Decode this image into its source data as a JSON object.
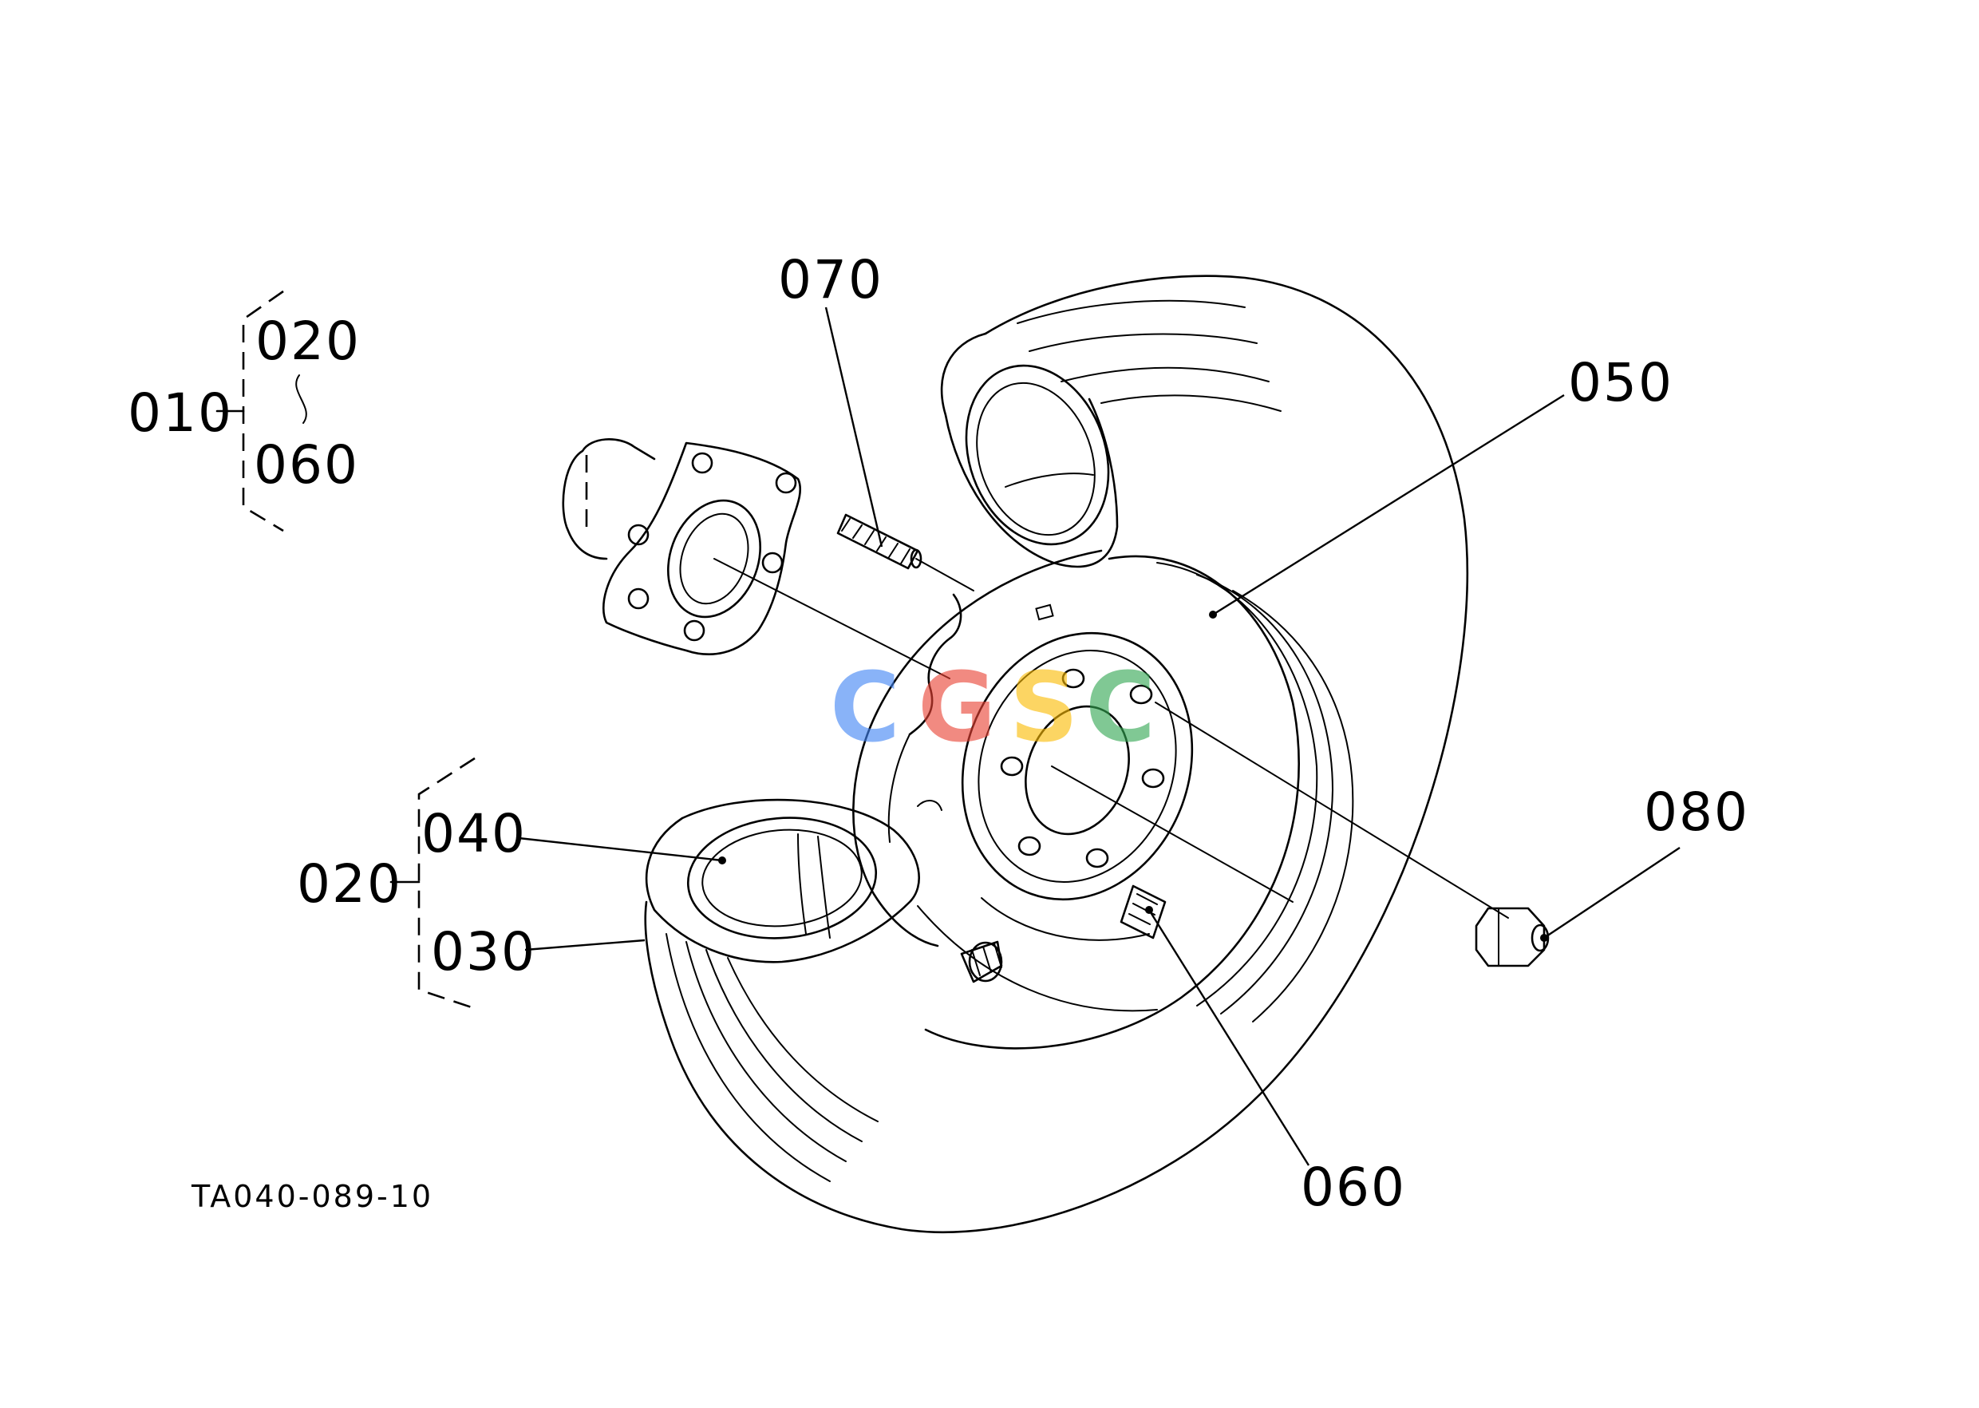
{
  "labels": {
    "l010": "010",
    "l020_top": "020",
    "l060_top": "060",
    "l070": "070",
    "l050": "050",
    "l040": "040",
    "l020_mid": "020",
    "l030": "030",
    "l080": "080",
    "l060_bottom": "060"
  },
  "drawing_code": "TA040-089-10",
  "watermark": {
    "letters": [
      "C",
      "G",
      "S",
      "C"
    ],
    "colors": [
      "#4285F4",
      "#EA4335",
      "#FBBC05",
      "#34A853"
    ]
  }
}
